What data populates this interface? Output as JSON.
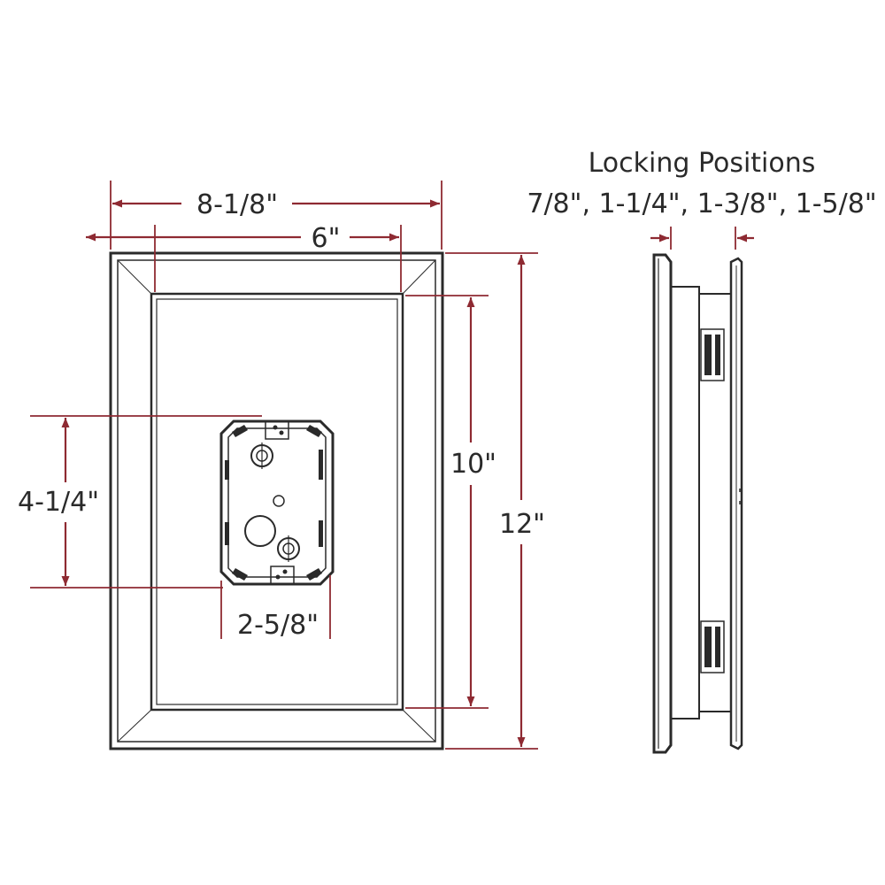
{
  "colors": {
    "dimension": "#8e2a32",
    "drawing": "#2a2a2a",
    "background": "#ffffff"
  },
  "header": {
    "title": "Locking Positions",
    "positions": "7/8\", 1-1/4\", 1-3/8\", 1-5/8\""
  },
  "dimensions": {
    "outer_width": "8-1/8\"",
    "inner_width": "6\"",
    "inner_height": "10\"",
    "outer_height": "12\"",
    "box_height": "4-1/4\"",
    "box_width": "2-5/8\""
  }
}
